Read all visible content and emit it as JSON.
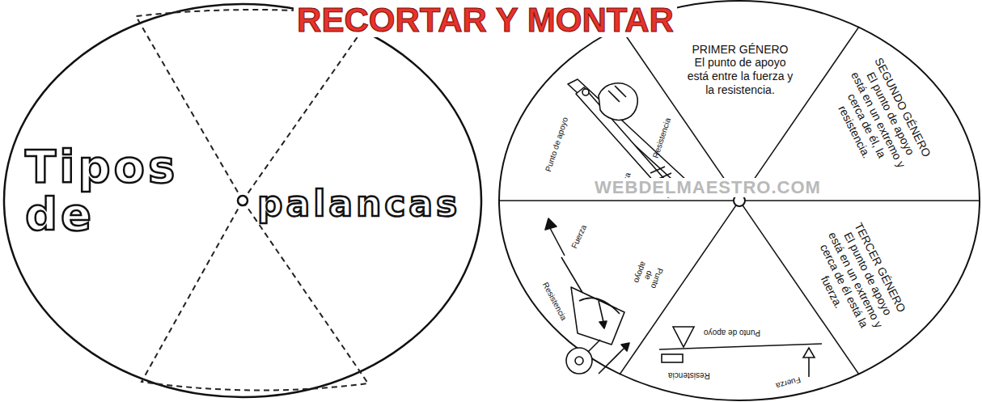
{
  "diagram": {
    "title": "RECORTAR Y MONTAR",
    "nodes": [
      {
        "text": [
          "Tipos de",
          "palancas"
        ]
      },
      {
        "text": [
          "PRIMER GÉNERO",
          "El punto de apoyo está entre la fuerza y la resistencia."
        ]
      },
      {
        "text": [
          "SEGUNDO GÉNERO",
          "El punto de apoyo está en un extremo y cerca de él, la resistencia."
        ]
      },
      {
        "text": [
          "TERCER GÉNERO",
          "El punto de apoyo está en un extremo y cerca de él está la fuerza."
        ]
      }
    ],
    "labels": [
      "Punto de apoyo",
      "Fuerza",
      "Resistencia",
      "Fuerza",
      "Resistencia",
      "Punto de apoyo",
      "Punto de apoyo",
      "Resistencia",
      "Fuerza",
      "WEBDELMAESTRO.COM"
    ]
  }
}
